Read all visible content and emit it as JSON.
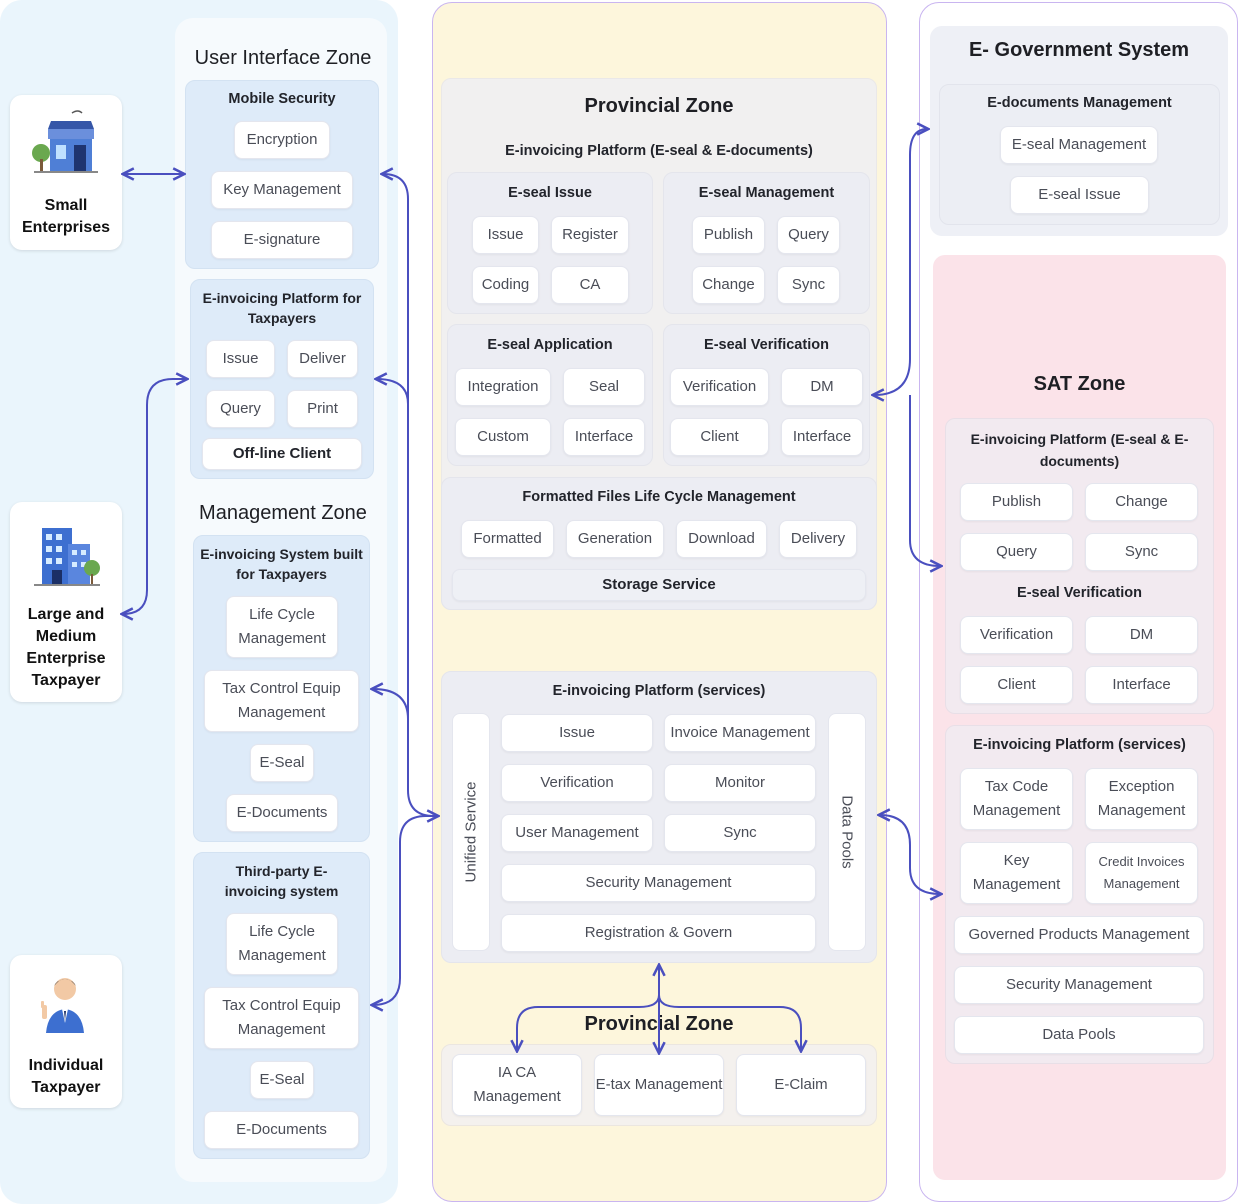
{
  "colors": {
    "left_zone": "#eaf5fc",
    "mid_zone": "#fdf6dc",
    "sat_zone": "#fbe3e9",
    "egov_zone": "#eef0f6",
    "border": "#c9b5f0",
    "arrow": "#4a4fbf"
  },
  "entities": {
    "small": "Small Enterprises",
    "large": "Large and Medium Enterprise Taxpayer",
    "individual": "Individual Taxpayer",
    "icons": [
      "storefront-icon",
      "office-building-icon",
      "businessman-icon"
    ]
  },
  "ui_zone": {
    "title": "User Interface Zone",
    "mobile": {
      "title": "Mobile Security",
      "items": [
        "Encryption",
        "Key Management",
        "E-signature"
      ]
    },
    "platform": {
      "title": "E-invoicing Platform for Taxpayers",
      "items": [
        "Issue",
        "Deliver",
        "Query",
        "Print"
      ],
      "offline": "Off-line  Client"
    }
  },
  "mgmt_zone": {
    "title": "Management  Zone",
    "system": {
      "title": "E-invoicing System built for Taxpayers",
      "items": [
        "Life Cycle Management",
        "Tax Control Equip Management",
        "E-Seal",
        "E-Documents"
      ]
    },
    "third": {
      "title": "Third-party E-invoicing system",
      "items": [
        "Life Cycle Management",
        "Tax Control Equip Management",
        "E-Seal",
        "E-Documents"
      ]
    }
  },
  "provincial": {
    "title": "Provincial Zone",
    "platform_title": "E-invoicing Platform (E-seal & E-documents)",
    "seal_issue": {
      "title": "E-seal Issue",
      "items": [
        "Issue",
        "Register",
        "Coding",
        "CA"
      ]
    },
    "seal_mgmt": {
      "title": "E-seal Management",
      "items": [
        "Publish",
        "Query",
        "Change",
        "Sync"
      ]
    },
    "seal_app": {
      "title": "E-seal Application",
      "items": [
        "Integration",
        "Seal",
        "Custom",
        "Interface"
      ]
    },
    "seal_verif": {
      "title": "E-seal Verification",
      "items": [
        "Verification",
        "DM",
        "Client",
        "Interface"
      ]
    },
    "files": {
      "title": "Formatted Files Life Cycle Management",
      "items": [
        "Formatted",
        "Generation",
        "Download",
        "Delivery"
      ],
      "storage": "Storage Service"
    },
    "services": {
      "title": "E-invoicing Platform (services)",
      "left": "Unified Service",
      "right": "Data Pools",
      "items": [
        "Issue",
        "Invoice Management",
        "Verification",
        "Monitor",
        "User Management",
        "Sync",
        "Security Management",
        "Registration & Govern"
      ]
    },
    "bottom": {
      "title": "Provincial Zone",
      "items": [
        "IA CA Management",
        "E-tax Management",
        "E-Claim"
      ]
    }
  },
  "egov": {
    "title": "E- Government System",
    "docs": {
      "title": "E-documents Management",
      "items": [
        "E-seal Management",
        "E-seal Issue"
      ]
    }
  },
  "sat": {
    "title": "SAT Zone",
    "platform": {
      "title": "E-invoicing Platform (E-seal & E-documents)",
      "items": [
        "Publish",
        "Change",
        "Query",
        "Sync"
      ],
      "verif_title": "E-seal Verification",
      "verif_items": [
        "Verification",
        "DM",
        "Client",
        "Interface"
      ]
    },
    "services": {
      "title": "E-invoicing Platform (services)",
      "items": [
        "Tax Code Management",
        "Exception Management",
        "Key Management",
        "Credit Invoices Management",
        "Governed Products Management",
        "Security Management",
        "Data Pools"
      ]
    }
  }
}
